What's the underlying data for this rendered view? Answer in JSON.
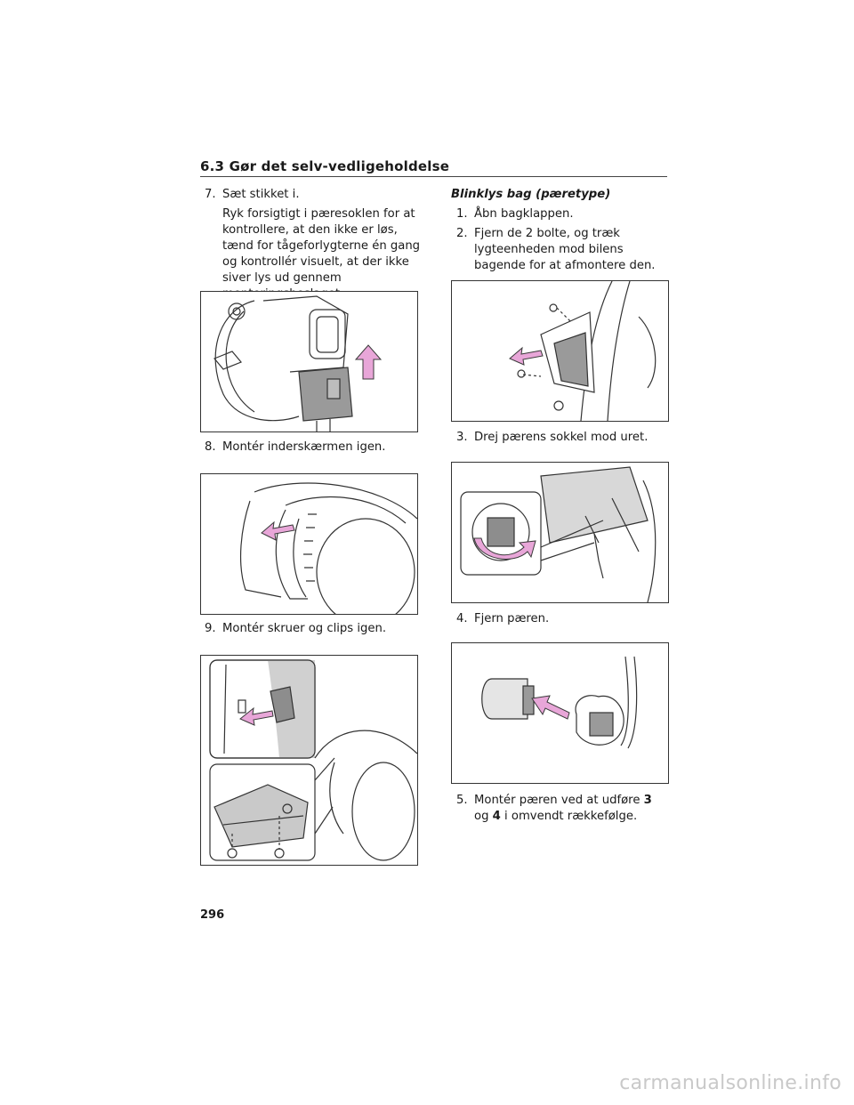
{
  "header": {
    "section": "6.3 Gør det selv-vedligeholdelse"
  },
  "left": {
    "step7": {
      "num": "7.",
      "text": "Sæt stikket i.",
      "para": "Ryk forsigtigt i pæresoklen for at kontrollere, at den ikke er løs, tænd for tågeforlygterne én gang og kontrollér visuelt, at der ikke siver lys ud gennem monteringsbeslaget."
    },
    "step8": {
      "num": "8.",
      "text": "Montér inderskærmen igen."
    },
    "step9": {
      "num": "9.",
      "text": "Montér skruer og clips igen."
    }
  },
  "right": {
    "title": "Blinklys bag (pæretype)",
    "step1": {
      "num": "1.",
      "text": "Åbn bagklappen."
    },
    "step2": {
      "num": "2.",
      "text": "Fjern de 2 bolte, og træk lygteenheden mod bilens bagende for at afmontere den."
    },
    "step3": {
      "num": "3.",
      "text": "Drej pærens sokkel mod uret."
    },
    "step4": {
      "num": "4.",
      "text": "Fjern pæren."
    },
    "step5": {
      "num": "5.",
      "text_a": "Montér pæren ved at udføre ",
      "ref1": "3",
      "text_b": " og ",
      "ref2": "4",
      "text_c": " i omvendt rækkefølge."
    }
  },
  "page_number": "296",
  "watermark": "carmanualsonline.info",
  "colors": {
    "arrow": "#e8a6d8",
    "arrow_stroke": "#3a3a3a",
    "line": "#333333"
  }
}
